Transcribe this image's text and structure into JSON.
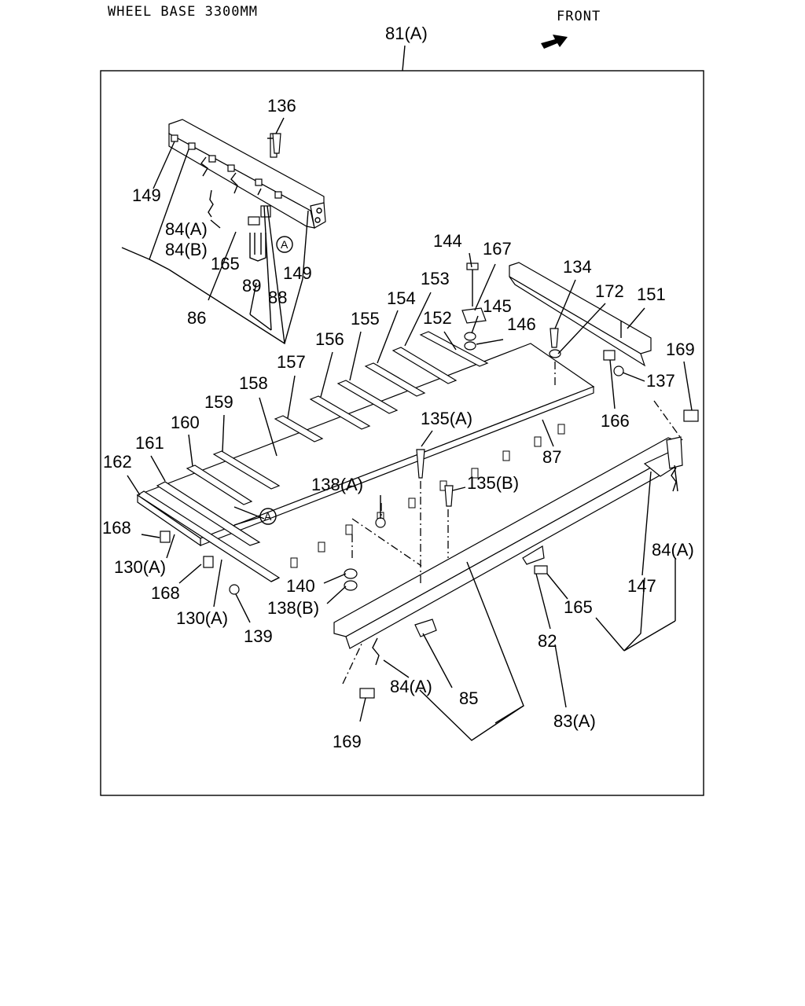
{
  "header": {
    "title": "WHEEL BASE 3300MM",
    "front": "FRONT"
  },
  "callout_marker": "A",
  "labels": {
    "l81a": "81(A)",
    "l136": "136",
    "l149a": "149",
    "l84a_1": "84(A)",
    "l84b": "84(B)",
    "l165_1": "165",
    "l89": "89",
    "l88": "88",
    "l149b": "149",
    "l86": "86",
    "l144": "144",
    "l167": "167",
    "l134": "134",
    "l172": "172",
    "l151": "151",
    "l153": "153",
    "l145": "145",
    "l154": "154",
    "l152": "152",
    "l146": "146",
    "l155": "155",
    "l156": "156",
    "l157": "157",
    "l158": "158",
    "l159": "159",
    "l160": "160",
    "l161": "161",
    "l162": "162",
    "l169_1": "169",
    "l137": "137",
    "l166": "166",
    "l135a": "135(A)",
    "l87": "87",
    "l138a": "138(A)",
    "l135b": "135(B)",
    "l168_1": "168",
    "l130a_1": "130(A)",
    "l168_2": "168",
    "l130a_2": "130(A)",
    "l140": "140",
    "l138b": "138(B)",
    "l139": "139",
    "l84a_2": "84(A)",
    "l147": "147",
    "l165_2": "165",
    "l82": "82",
    "l84a_3": "84(A)",
    "l85": "85",
    "l83a": "83(A)",
    "l169_2": "169"
  }
}
